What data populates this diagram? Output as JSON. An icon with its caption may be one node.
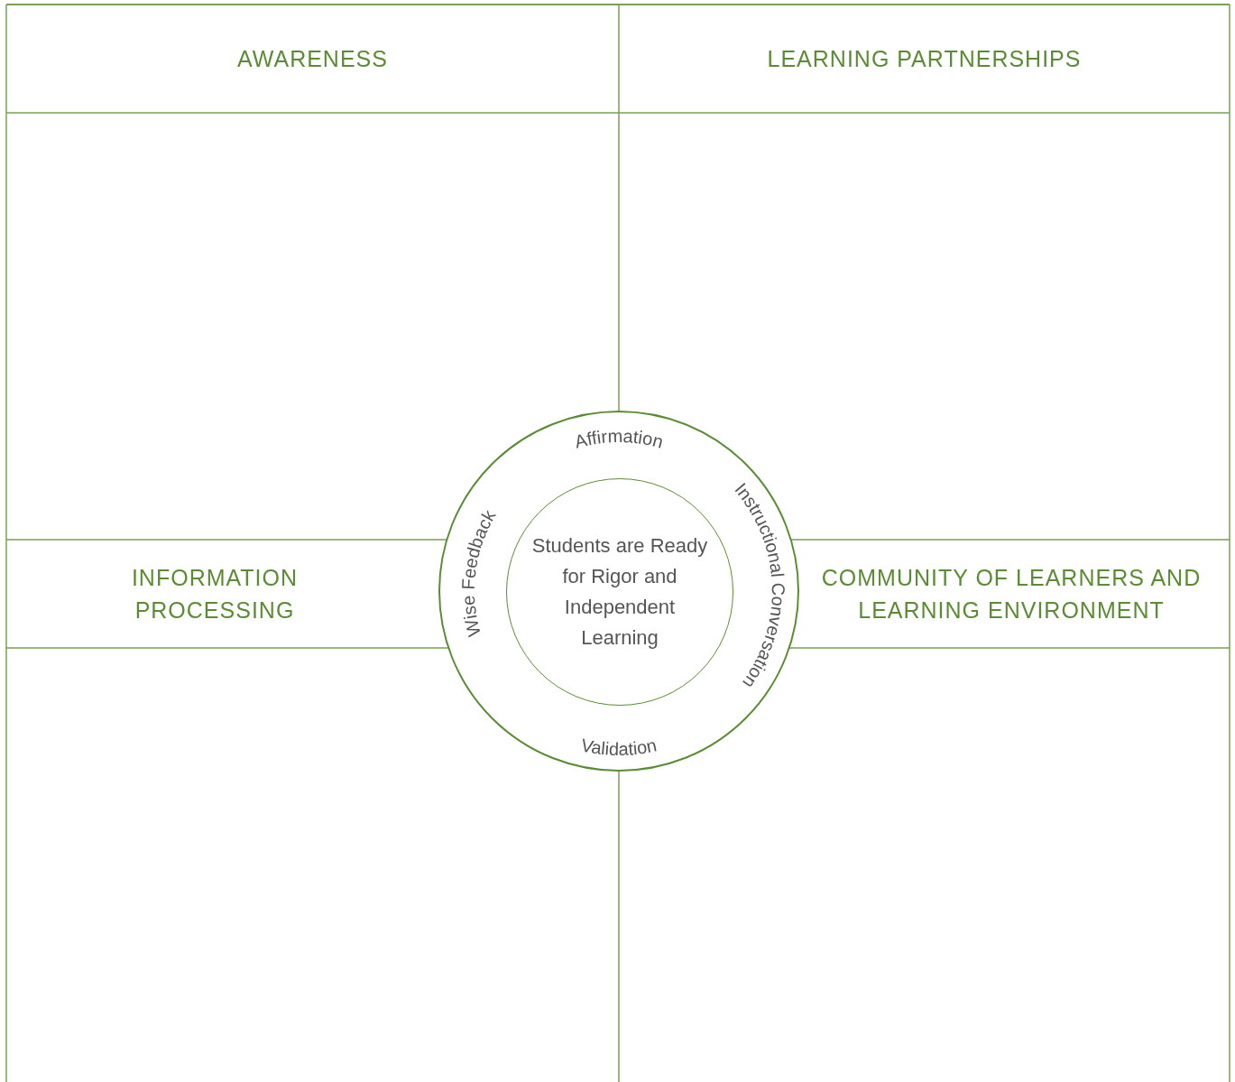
{
  "diagram": {
    "nodes": [
      {
        "text": [
          "AWARENESS"
        ]
      },
      {
        "text": [
          "LEARNING PARTNERSHIPS"
        ]
      },
      {
        "text": [
          "INFORMATION PROCESSING"
        ]
      },
      {
        "text": [
          "COMMUNITY OF LEARNERS AND LEARNING ENVIRONMENT"
        ]
      },
      {
        "text": [
          "Affirmation",
          "Instructional Conversation",
          "Validation",
          "Wise Feedback"
        ]
      },
      {
        "text": [
          "Students are Ready for Rigor and Independent Learning"
        ],
        "in": 4
      }
    ],
    "edges": []
  }
}
